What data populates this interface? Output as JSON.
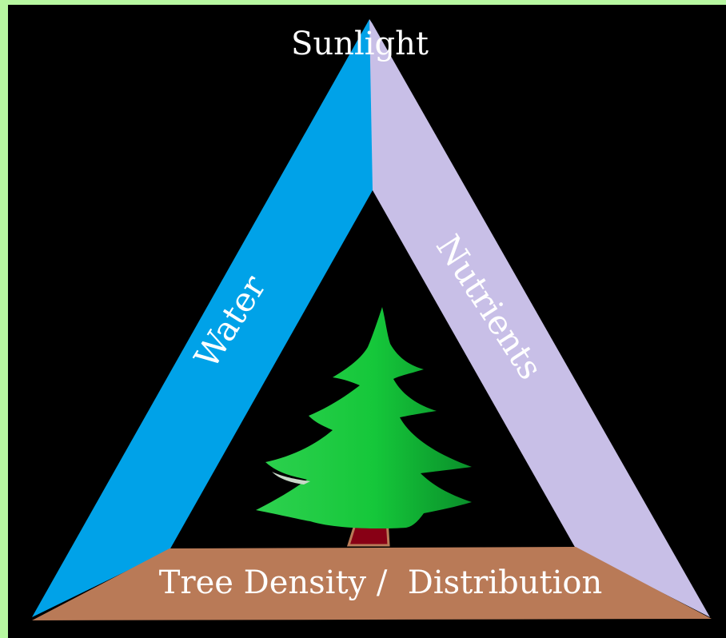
{
  "labels": {
    "top": "Sunlight",
    "left": "Water",
    "right": "Nutrients",
    "base": "Tree Density /  Distribution"
  },
  "colors": {
    "background": "#000000",
    "frame": "#b7f7a0",
    "water": "#00a2e8",
    "nutrients": "#c8bfe7",
    "base": "#b97a57",
    "tree": "#22b14c",
    "trunk": "#880015",
    "text": "#ffffff"
  },
  "icons": [
    "tree-icon"
  ]
}
